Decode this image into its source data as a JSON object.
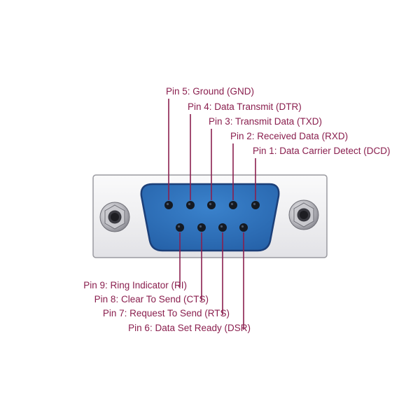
{
  "colors": {
    "label": "#8a1f4e",
    "leader": "#8a1f4e",
    "shell": "#f2f2f4",
    "shell_border": "#9a9aa0",
    "face": "#2e6db4",
    "face_border": "#1c3f78",
    "pin_hole": "#151a22"
  },
  "connector": {
    "name": "DE-9 male",
    "screws": [
      "left-screw-icon",
      "right-screw-icon"
    ]
  },
  "pins_top": [
    {
      "pin": 5,
      "label": "Pin 5: Ground (GND)"
    },
    {
      "pin": 4,
      "label": "Pin 4: Data Transmit (DTR)"
    },
    {
      "pin": 3,
      "label": "Pin 3: Transmit Data (TXD)"
    },
    {
      "pin": 2,
      "label": "Pin 2: Received Data (RXD)"
    },
    {
      "pin": 1,
      "label": "Pin 1: Data Carrier Detect (DCD)"
    }
  ],
  "pins_bottom": [
    {
      "pin": 9,
      "label": "Pin 9: Ring Indicator (RI)"
    },
    {
      "pin": 8,
      "label": "Pin 8: Clear To Send (CTS)"
    },
    {
      "pin": 7,
      "label": "Pin 7: Request To Send (RTS)"
    },
    {
      "pin": 6,
      "label": "Pin 6: Data Set Ready (DSR)"
    }
  ]
}
